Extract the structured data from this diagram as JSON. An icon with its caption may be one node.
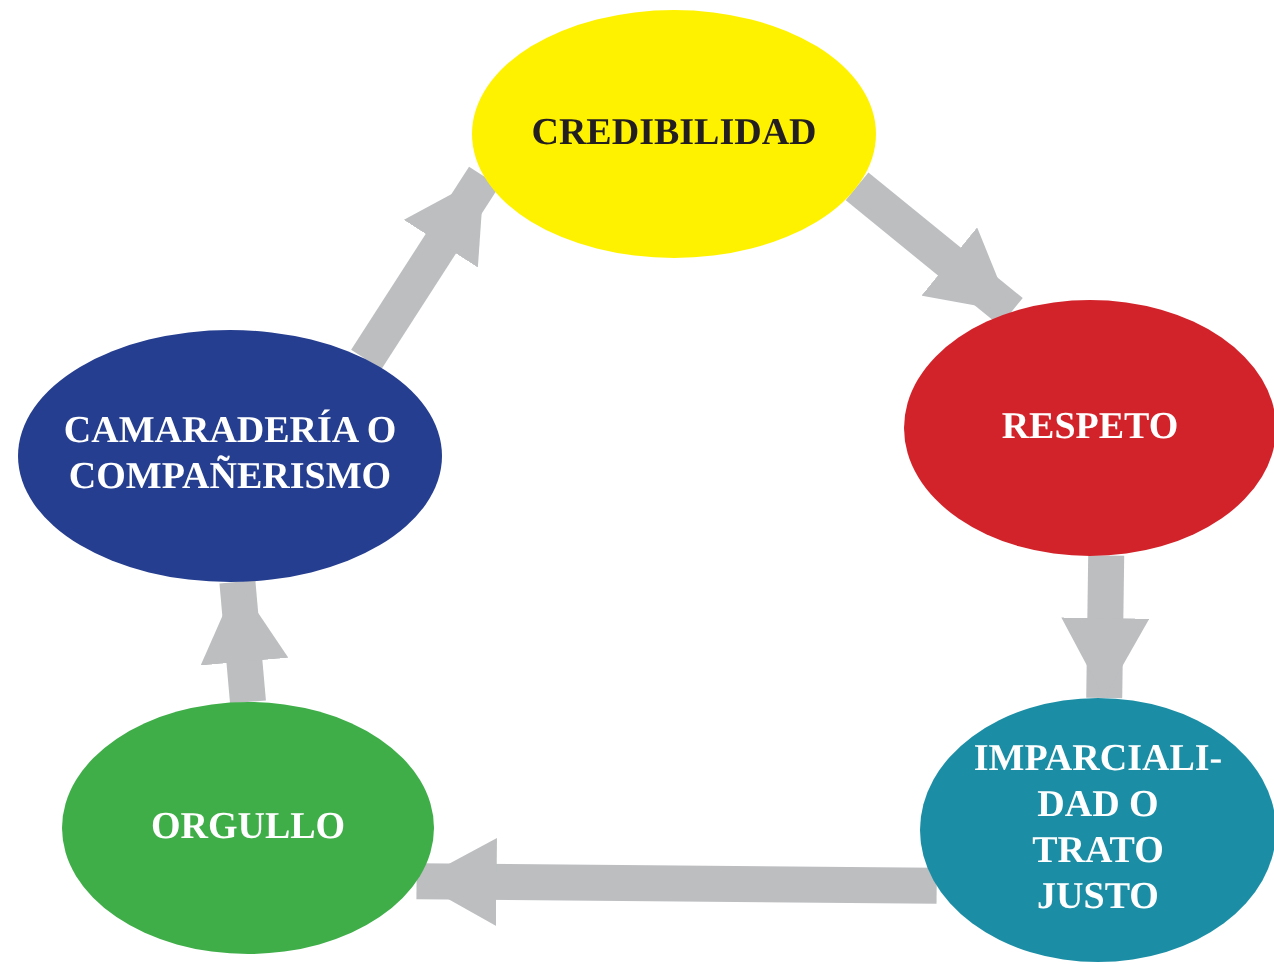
{
  "diagram": {
    "nodes": [
      {
        "text": [
          "CREDIBILIDAD"
        ]
      },
      {
        "text": [
          "RESPETO"
        ]
      },
      {
        "text": [
          "IMPARCIALI- DAD O TRATO JUSTO"
        ]
      },
      {
        "text": [
          "ORGULLO"
        ]
      },
      {
        "text": [
          "CAMARADERÍA O COMPAÑERISMO"
        ]
      }
    ],
    "edges": [
      {
        "from": 0,
        "to": 1,
        "arrow": "to"
      },
      {
        "from": 1,
        "to": 2,
        "arrow": "to"
      },
      {
        "from": 2,
        "to": 3,
        "arrow": "to"
      },
      {
        "from": 3,
        "to": 4,
        "arrow": "to"
      },
      {
        "from": 4,
        "to": 0,
        "arrow": "to"
      }
    ]
  }
}
